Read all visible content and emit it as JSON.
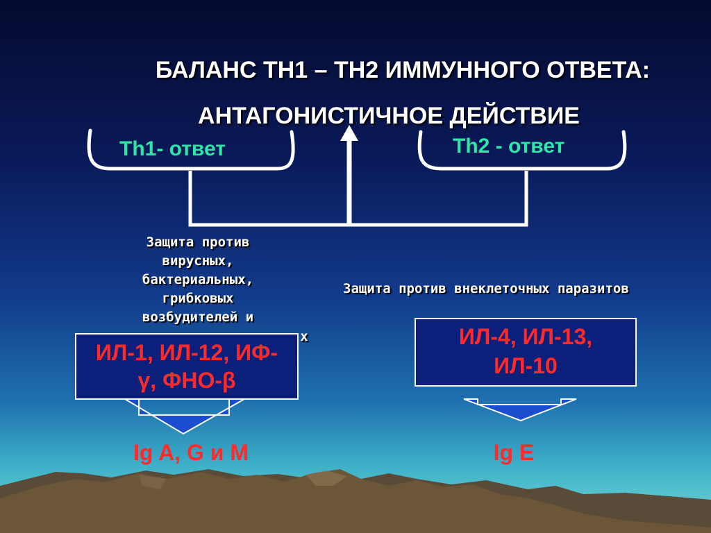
{
  "slide": {
    "title_line1": "БАЛАНС TH1 – TH2 ИММУННОГО ОТВЕТА:",
    "title_line2": "АНТАГОНИСТИЧНОЕ ДЕЙСТВИЕ"
  },
  "th1": {
    "label": "Th1- ответ",
    "protection": [
      "Защита против",
      "вирусных,",
      "бактериальных,",
      "грибковых",
      "возбудителей и",
      "х"
    ],
    "cytokines_line1": "ИЛ-1, ИЛ-12, ИФ-",
    "cytokines_line2": "γ, ФНО-β",
    "result": "Ig A, G и M"
  },
  "th2": {
    "label": "Th2 - ответ",
    "protection": "Защита против внеклеточных паразитов",
    "cytokines_line1": "ИЛ-4, ИЛ-13,",
    "cytokines_line2": "ИЛ-10",
    "result": "Ig E"
  },
  "colors": {
    "title": "#ffffff",
    "th_label": "#2ee6a8",
    "cytokine_text": "#ff2a2a",
    "box_fill": "#0c1f7a",
    "arrow_fill": "#1a4ecf"
  }
}
